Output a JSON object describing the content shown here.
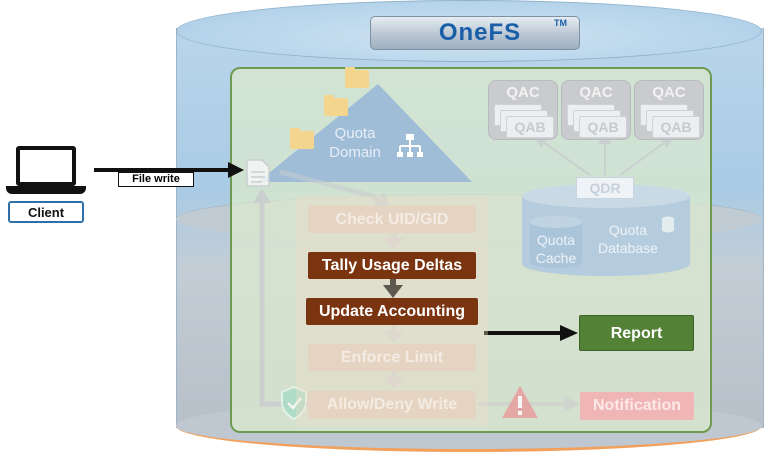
{
  "logo": {
    "text": "OneFS",
    "tm": "TM"
  },
  "client": {
    "label": "Client"
  },
  "arrow_label": "File write",
  "quota_domain": {
    "line1": "Quota",
    "line2": "Domain"
  },
  "flow": {
    "check": "Check UID/GID",
    "tally": "Tally Usage Deltas",
    "update": "Update Accounting",
    "enforce": "Enforce Limit",
    "allow": "Allow/Deny Write"
  },
  "report": "Report",
  "notification": "Notification",
  "qac_nodes": [
    {
      "qac": "QAC",
      "qab": "QAB"
    },
    {
      "qac": "QAC",
      "qab": "QAB"
    },
    {
      "qac": "QAC",
      "qab": "QAB"
    }
  ],
  "qdr": "QDR",
  "quota_cache": {
    "line1": "Quota",
    "line2": "Cache"
  },
  "quota_database": {
    "line1": "Quota",
    "line2": "Database"
  },
  "colors": {
    "strong_step": "#7a3410",
    "report_green": "#538135",
    "panel_border": "#6f9a52",
    "logo_blue": "#1a5ea8"
  }
}
